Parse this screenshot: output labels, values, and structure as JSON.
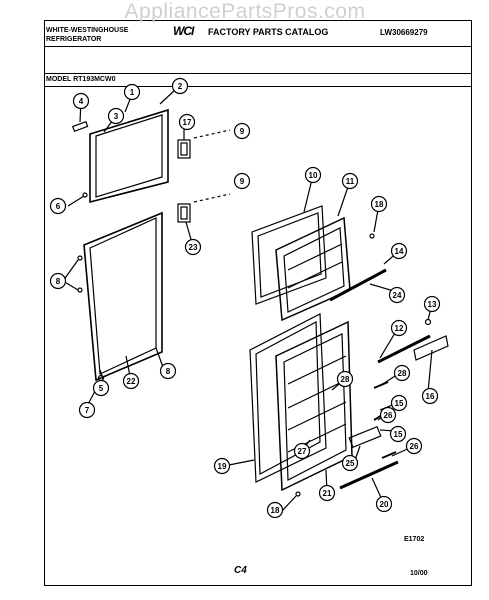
{
  "watermark": "AppliancePartsPros.com",
  "header": {
    "left_line1": "WHITE-WESTINGHOUSE",
    "left_line2": "REFRIGERATOR",
    "logo": "WCI",
    "center": "FACTORY PARTS CATALOG",
    "right": "LW30669279"
  },
  "model": "MODEL RT193MCW0",
  "drawing_code": "E1702",
  "page_label": "C4",
  "date": "10/00",
  "callouts": [
    "1",
    "2",
    "3",
    "4",
    "5",
    "6",
    "7",
    "8",
    "8",
    "9",
    "9",
    "10",
    "11",
    "12",
    "13",
    "14",
    "15",
    "15",
    "16",
    "17",
    "18",
    "18",
    "19",
    "20",
    "21",
    "22",
    "23",
    "24",
    "25",
    "26",
    "26",
    "27",
    "28",
    "28"
  ]
}
